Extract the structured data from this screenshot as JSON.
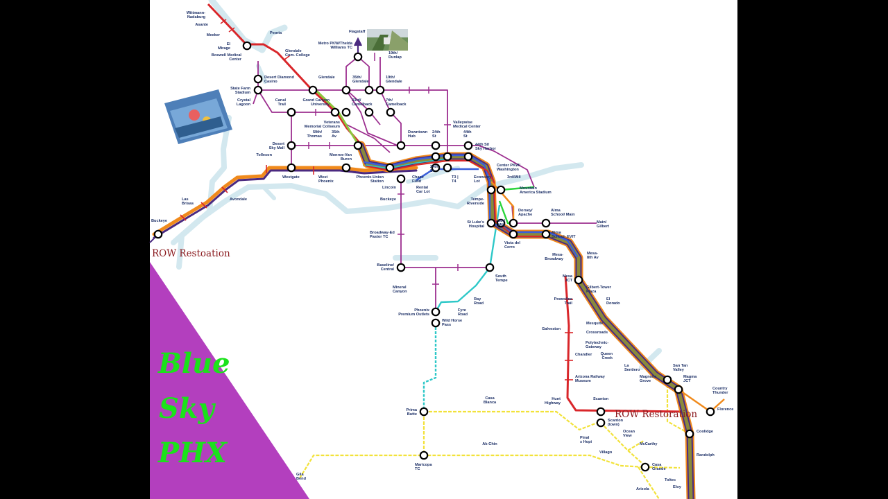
{
  "overlay": {
    "row_restoration_left": "ROW Restoation",
    "row_restoration_right": "ROW Restoration",
    "brand_line1": "Blue",
    "brand_line2": "Sky",
    "brand_line3": "PHX"
  },
  "colors": {
    "frame": "#000000",
    "map_bg": "#ffffff",
    "water": "#d3e8ef",
    "wedge": "#b33fbe",
    "brand_text": "#1be21b",
    "label_text": "#1c2f66",
    "overlay_text": "#8a1a1e",
    "line_red": "#d9262a",
    "line_orange": "#f08a1c",
    "line_purple": "#4b2a80",
    "line_magenta": "#9c2e8f",
    "line_yellow": "#f2e23a",
    "line_teal": "#2ec8c8",
    "line_lime": "#8cc63f",
    "line_blue": "#3a5fd9",
    "line_green": "#2bd43b"
  },
  "photos": {
    "top": "photo-thumbnail-train",
    "left": "photo-thumbnail-poster"
  },
  "stations": {
    "wittmann": "Wittmann-\nNadaburg",
    "asante": "Asante",
    "meeker": "Meeker",
    "el_mirage": "El\nMirage",
    "boswell": "Boswell Medical\nCenter",
    "peoria": "Peoria",
    "glendale_com": "Glendale\nCom. College",
    "metro_pkw": "Metro PKW/Thelda\nWilliams TC",
    "flagstaff": "Flagstaff",
    "dunlap": "19th/\nDunlap",
    "desert_diamond": "Desert Diamond\nCasino",
    "glendale": "Glendale",
    "glendale_35": "35th/\nGlendale",
    "glendale_19": "19th/\nGlendale",
    "state_farm": "State Farm\nStadium",
    "crystal_lagoon": "Crystal\nLagoon",
    "canal_trail": "Canal\nTrail",
    "gcu": "Grand Canyon\nUniversity",
    "camelback_33": "33rd/\nCamelback",
    "camelback_7": "7th/\nCamelback",
    "veterans": "Veterans\nMemorial Coliseum",
    "valleywise": "Valleywise\nMedical Center",
    "thomas_59": "59th/\nThomas",
    "av_35": "35th\nAv",
    "downtown_hub": "Downtown\nHub",
    "st_24": "24th\nSt",
    "st_44": "44th\nSt",
    "sky_harbor": "44th St/\nSky Harbor",
    "desert_sky": "Desert\nSky Mall",
    "tolleson": "Tolleson",
    "monroe_van_buren": "Monroe-Van\nBuren",
    "st_24b": "24th\nSt",
    "t3_t4": "T3 |\nT4",
    "center_pkw": "Center PKW/\nWashington",
    "westgate": "Westgate",
    "west_phoenix": "West\nPhoenix",
    "union_station": "Phoenix-Union\nStation",
    "chase_field": "Chase\nField",
    "economy_lot": "Economy\nLot",
    "mill_3rd": "3rd/Mill",
    "lincoln": "Lincoln",
    "rental_car": "Rental\nCar Lot",
    "mountain_america": "Mountain\nAmerica Stadium",
    "las_brisas": "Las\nBrisas",
    "avondale": "Avondale",
    "buckeye_local": "Buckeye",
    "tempe_riverside": "Tempe-\nRiverside",
    "dorsey": "Dorsey/\nApache",
    "alma_main": "Alma\nSchool/ Main",
    "buckeye": "Buckeye",
    "st_lukes": "St Luke's\nHospital",
    "mill_9th": "9th/\nMill",
    "main_gilbert": "Main/\nGilbert",
    "broadway_ed": "Broadway-Ed\nPastor TC",
    "vista_cerro": "Vista del\nCerro",
    "alma_evit": "Alma\nSchool- EVIT",
    "mesa_broadway": "Mesa-\nBroadway",
    "mesa_8th": "Mesa-\n8th Av",
    "baseline": "Baseline/\nCentral",
    "south_tempe": "South\nTempe",
    "mesa_jct": "Mesa\nJCT",
    "mineral_canyon": "Mineral\nCanyon",
    "gilbert_tower": "Gilbert-Tower\nPlaza",
    "el_dorado": "El\nDorado",
    "ray_road": "Ray\nRoad",
    "powerline": "Powerline\nTrail",
    "premium_outlets": "Phoenix\nPremium Outlets",
    "fyre_road": "Fyre\nRoad",
    "wild_horse": "Wild Horse\nPass",
    "galveston": "Galveston",
    "mesquite": "Mesquite",
    "crossroads": "Crossroads",
    "polytechnic": "Polytechnic-\nGateway",
    "queen_creek": "Queen\nCreek",
    "chandler": "Chandler",
    "la_sentiero": "La\nSentiero",
    "san_tan": "San Tan\nValley",
    "arizona_railway": "Arizona Railway\nMuseum",
    "magnolia": "Magnolia\nGrove",
    "magma": "Magma\nJCT",
    "country_thunder": "Country\nThunder",
    "casa_blanca": "Casa\nBlanca",
    "hunt_hwy": "Hunt\nHighway",
    "scanton": "Scanton",
    "florence": "Florence",
    "prima_butte": "Prima\nButte",
    "scanton_town": "Scanton\n(town)",
    "ocean_view": "Ocean\nView",
    "coolidge": "Coolidge",
    "pinal_hopi": "Pinal\nx Hopi",
    "mccarthy": "McCarthy",
    "ak_chin": "Ak-Chin",
    "randolph": "Randolph",
    "villago": "Villago",
    "maricopa": "Maricopa\nTC",
    "casa_grande": "Casa\nGrande",
    "gila_bend": "Gila\nBend",
    "toltec": "Toltec",
    "eloy": "Eloy",
    "arizola": "Arizola"
  }
}
